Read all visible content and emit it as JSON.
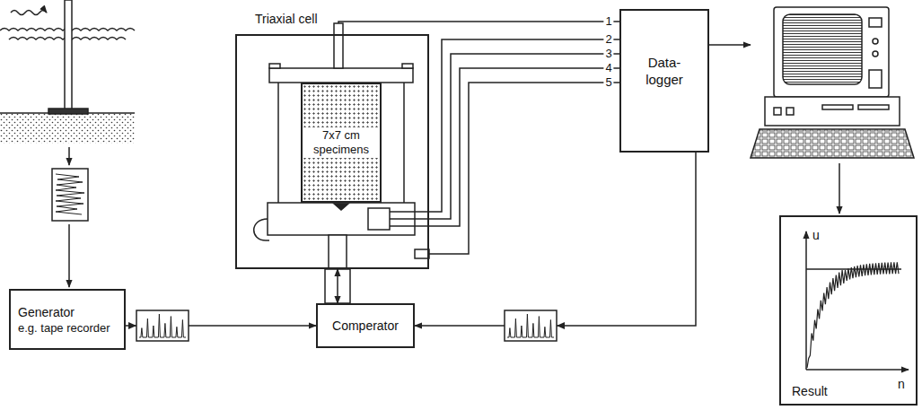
{
  "diagram": {
    "nodes": [
      {
        "text": [
          "Triaxial cell"
        ]
      },
      {
        "text": [
          "7x7 cm specimens"
        ],
        "in": 0
      },
      {
        "text": [
          "Generator",
          "e.g. tape recorder"
        ]
      },
      {
        "text": [
          "Comperator"
        ]
      },
      {
        "text": [
          "Data-logger"
        ]
      },
      {
        "text": [
          "Result"
        ]
      }
    ],
    "edges": [
      {
        "from": 0,
        "to": 4,
        "label": "1",
        "arrow": "none"
      },
      {
        "from": 0,
        "to": 4,
        "label": "2",
        "arrow": "none"
      },
      {
        "from": 0,
        "to": 4,
        "label": "3",
        "arrow": "none"
      },
      {
        "from": 0,
        "to": 4,
        "label": "4",
        "arrow": "none"
      },
      {
        "from": 0,
        "to": 4,
        "label": "5",
        "arrow": "none"
      },
      {
        "from": 2,
        "to": 3,
        "arrow": "to"
      },
      {
        "from": 4,
        "to": 3,
        "arrow": "to"
      },
      {
        "from": 3,
        "to": 0,
        "arrow": "both"
      }
    ],
    "labels": [
      "u",
      "n"
    ]
  }
}
